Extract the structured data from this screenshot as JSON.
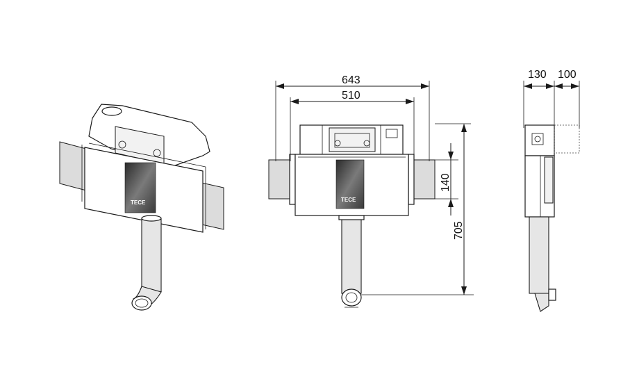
{
  "dimensions": {
    "overall_width": "643",
    "frame_width": "510",
    "side_depth_front": "130",
    "side_depth_rear": "100",
    "bracket_height": "140",
    "total_height": "705"
  },
  "brand": {
    "logo_text": "TECE"
  }
}
